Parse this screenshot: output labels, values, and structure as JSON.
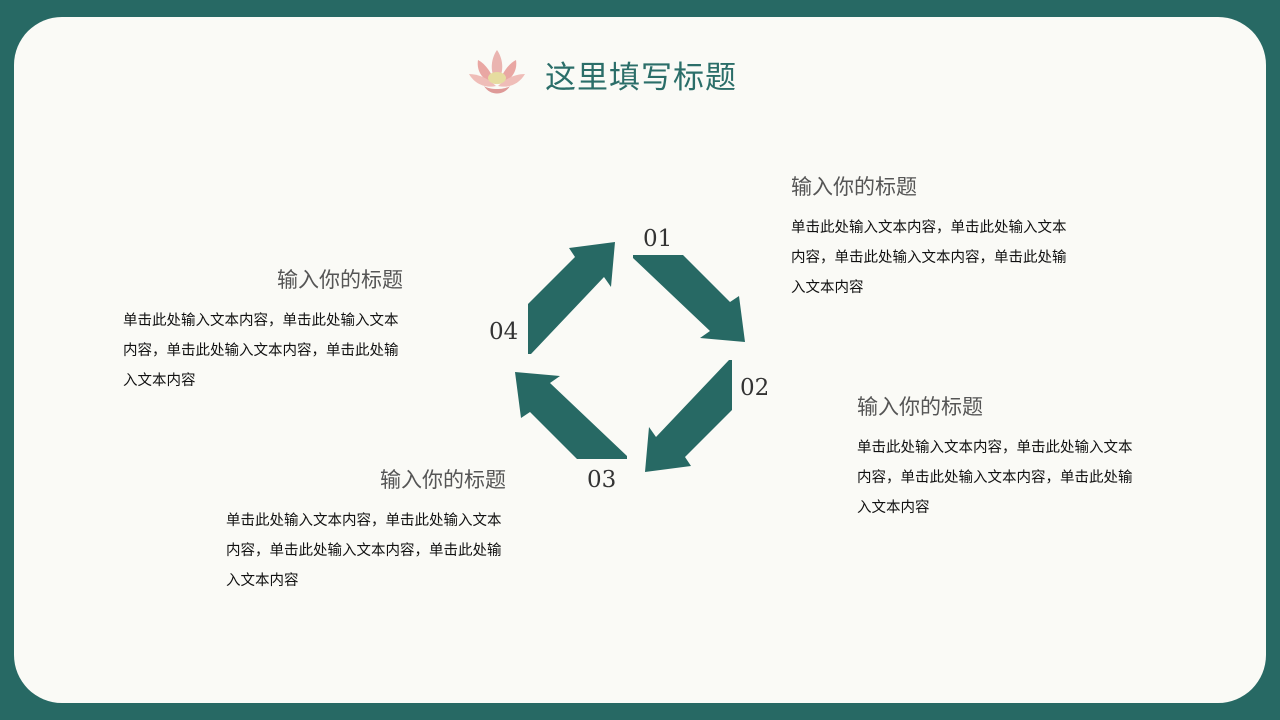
{
  "header": {
    "title": "这里填写标题",
    "logo_icon": "lotus-icon"
  },
  "accent": "#276964",
  "steps": [
    {
      "num": "01",
      "title": "输入你的标题",
      "text": "单击此处输入文本内容，单击此处输入文本内容，单击此处输入文本内容，单击此处输入文本内容"
    },
    {
      "num": "02",
      "title": "输入你的标题",
      "text": "单击此处输入文本内容，单击此处输入文本内容，单击此处输入文本内容，单击此处输入文本内容"
    },
    {
      "num": "03",
      "title": "输入你的标题",
      "text": "单击此处输入文本内容，单击此处输入文本内容，单击此处输入文本内容，单击此处输入文本内容"
    },
    {
      "num": "04",
      "title": "输入你的标题",
      "text": "单击此处输入文本内容，单击此处输入文本内容，单击此处输入文本内容，单击此处输入文本内容"
    }
  ]
}
